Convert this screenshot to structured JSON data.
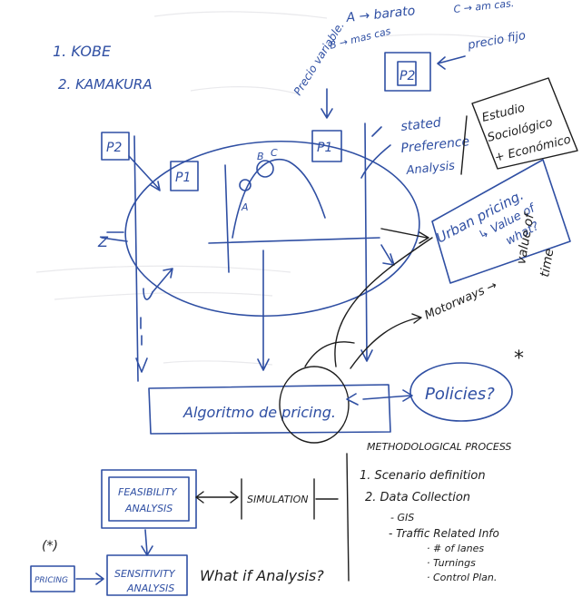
{
  "list": [
    "1. KOBE",
    "2. KAMAKURA"
  ],
  "pricing_types": {
    "a": "A → barato",
    "c": "C → am cas.",
    "b": "B → mas cas",
    "variable": "Precio variable.",
    "fixed": "precio fijo"
  },
  "boxes": {
    "p2_top": "P2",
    "p2_left": "P2",
    "p1_left": "P1",
    "p1_right": "P1"
  },
  "curve_points": [
    "B",
    "C",
    "A"
  ],
  "stated_preference": [
    "stated",
    "Preference",
    "Analysis"
  ],
  "estudio": [
    "Estudio",
    "Sociológico",
    "+ Económico"
  ],
  "urban_pricing": [
    "Urban pricing.",
    "↳ Value of",
    "what?"
  ],
  "motorways": "Motorways →",
  "value_of_time": [
    "value of",
    "time"
  ],
  "axis_z": "Z",
  "algorithm": "Algoritmo de pricing.",
  "policies": "Policies?",
  "asterisk": "*",
  "feasibility": [
    "FEASIBILITY",
    "ANALYSIS"
  ],
  "simulation": "SIMULATION",
  "sensitivity": [
    "SENSITIVITY",
    "ANALYSIS"
  ],
  "pricing_small": "PRICING",
  "star_marker": "(*)",
  "what_if": "What if Analysis?",
  "methodology": {
    "title": "METHODOLOGICAL PROCESS",
    "steps": [
      "1. Scenario definition",
      "2. Data Collection"
    ],
    "sub": [
      "- GIS",
      "- Traffic Related Info"
    ],
    "bullets": [
      "· # of lanes",
      "· Turnings",
      "· Control Plan."
    ]
  }
}
